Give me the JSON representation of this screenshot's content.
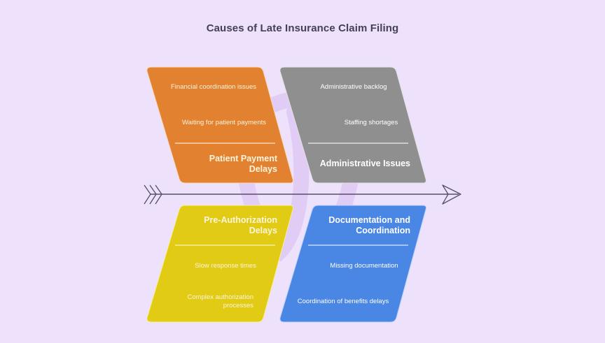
{
  "title": "Causes of Late Insurance Claim Filing",
  "colors": {
    "background": "#eee1fc",
    "orange": "#e2812f",
    "gray": "#8f8f8f",
    "yellow": "#e1cb14",
    "blue": "#4a86e4",
    "spine": "#545066"
  },
  "categories": [
    {
      "id": "patient-payment",
      "title_line1": "Patient Payment",
      "title_line2": "Delays",
      "causes": [
        "Financial coordination issues",
        "Waiting for patient payments"
      ]
    },
    {
      "id": "administrative",
      "title_line1": "Administrative Issues",
      "title_line2": "",
      "causes": [
        "Administrative backlog",
        "Staffing shortages"
      ]
    },
    {
      "id": "pre-authorization",
      "title_line1": "Pre-Authorization",
      "title_line2": "Delays",
      "causes": [
        "Slow response times",
        "Complex authorization",
        "processes"
      ]
    },
    {
      "id": "documentation",
      "title_line1": "Documentation and",
      "title_line2": "Coordination",
      "causes": [
        "Missing documentation",
        "Coordination of benefits delays"
      ]
    }
  ]
}
